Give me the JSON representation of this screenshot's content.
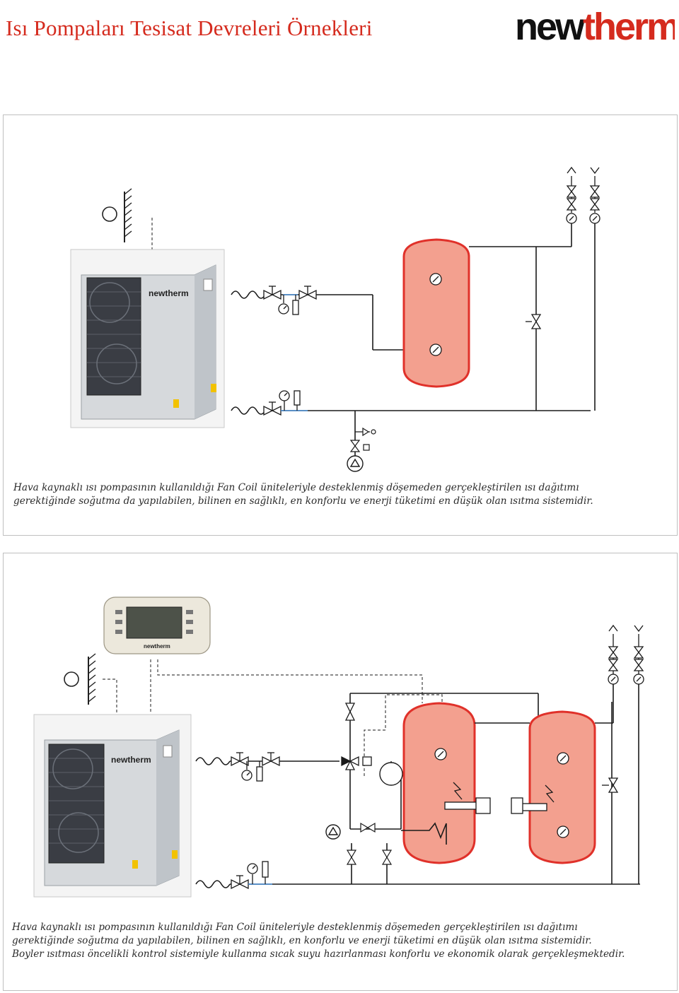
{
  "page": {
    "title": "Isı Pompaları Tesisat Devreleri Örnekleri",
    "brand": {
      "logo_text": "newtherm",
      "logo_prefix": "new",
      "logo_suffix": "therm",
      "unit_brand": "newtherm"
    }
  },
  "diagram_1": {
    "caption": [
      "Hava kaynaklı ısı pompasının kullanıldığı Fan Coil üniteleriyle desteklenmiş döşemeden gerçekleştirilen ısı dağıtımı",
      "gerektiğinde soğutma da yapılabilen, bilinen en sağlıklı, en konforlu ve enerji tüketimi en düşük olan ısıtma sistemidir."
    ]
  },
  "diagram_2": {
    "caption": [
      "Hava kaynaklı ısı pompasının kullanıldığı Fan Coil üniteleriyle desteklenmiş döşemeden gerçekleştirilen ısı dağıtımı",
      "gerektiğinde soğutma da yapılabilen, bilinen en sağlıklı, en konforlu ve enerji tüketimi en düşük olan ısıtma sistemidir.",
      "Boyler ısıtması öncelikli kontrol sistemiyle kullanma sıcak suyu hazırlanması konforlu ve ekonomik olarak gerçekleşmektedir."
    ]
  },
  "colors": {
    "title_red": "#d52b1e",
    "tank_fill": "#f3a08f",
    "tank_stroke": "#e0312a",
    "pipe": "#1a1a1a",
    "control_wire": "#444444",
    "heat_pump_body": "#d6d9dc"
  },
  "icons": [
    "thermometer-icon",
    "gate-valve-icon",
    "check-valve-icon",
    "pressure-gauge-icon",
    "pump-icon",
    "air-vent-icon",
    "outdoor-sensor-icon",
    "expansion-vessel-icon",
    "flexible-hose-icon",
    "controller-panel-icon",
    "electric-heater-icon",
    "three-way-valve-icon"
  ]
}
